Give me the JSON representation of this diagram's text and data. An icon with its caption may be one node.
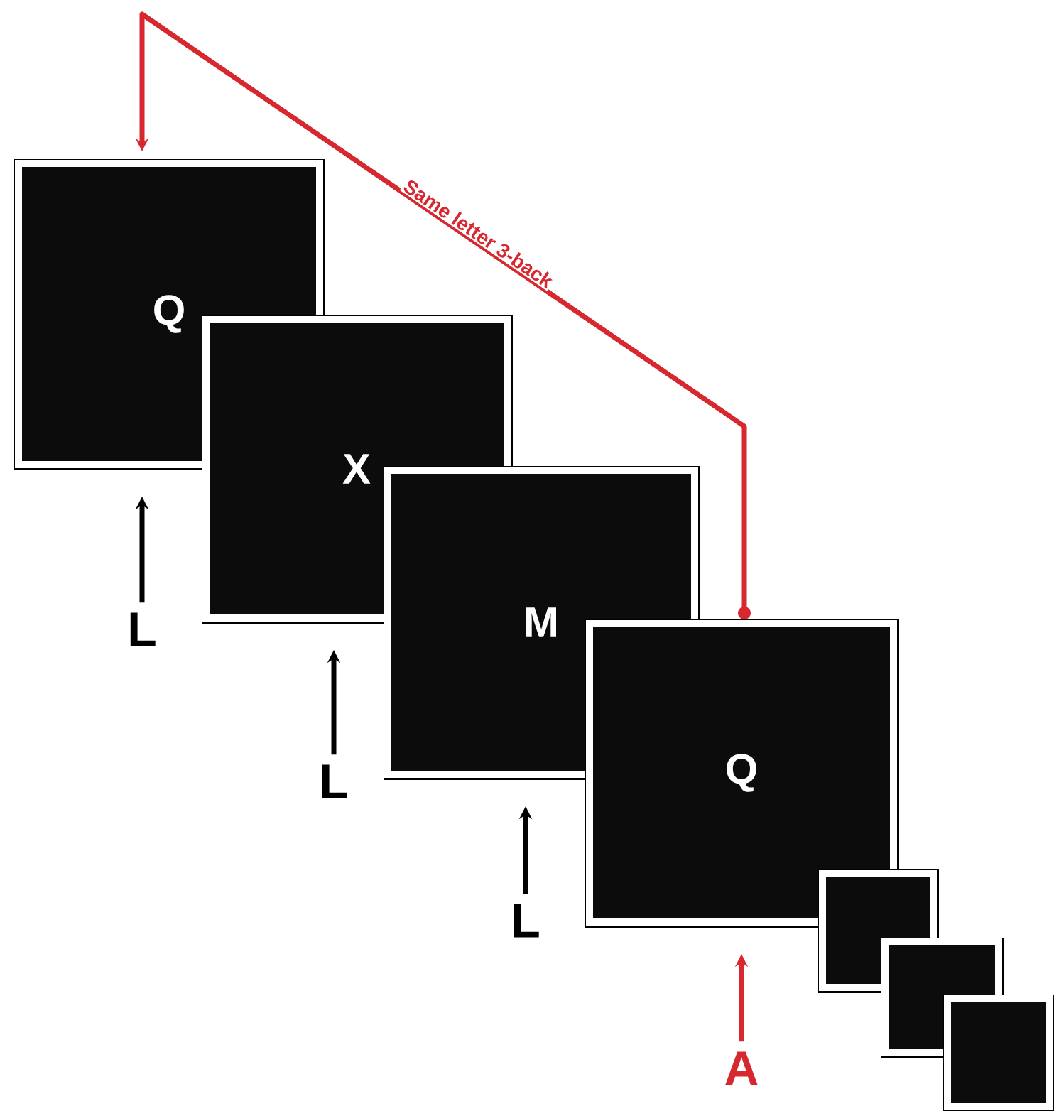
{
  "diagram": {
    "nodes": [
      {
        "text": [
          "Q"
        ]
      },
      {
        "text": [
          "X"
        ]
      },
      {
        "text": [
          "M"
        ]
      },
      {
        "text": [
          "Q"
        ]
      },
      {
        "text": [],
        "shape": "box"
      },
      {
        "text": [],
        "shape": "box"
      },
      {
        "text": [],
        "shape": "box"
      },
      {
        "text": [
          "L"
        ]
      },
      {
        "text": [
          "L"
        ]
      },
      {
        "text": [
          "L"
        ]
      },
      {
        "text": [
          "A"
        ]
      }
    ],
    "edges": [
      {
        "from": 7,
        "to": 0,
        "arrow": "to"
      },
      {
        "from": 8,
        "to": 1,
        "arrow": "to"
      },
      {
        "from": 9,
        "to": 2,
        "arrow": "to"
      },
      {
        "from": 10,
        "to": 3,
        "arrow": "to",
        "color": "#d7282f"
      },
      {
        "from": 3,
        "to": 0,
        "arrow": "to",
        "label": "Same letter 3-back",
        "color": "#d7282f"
      }
    ]
  }
}
